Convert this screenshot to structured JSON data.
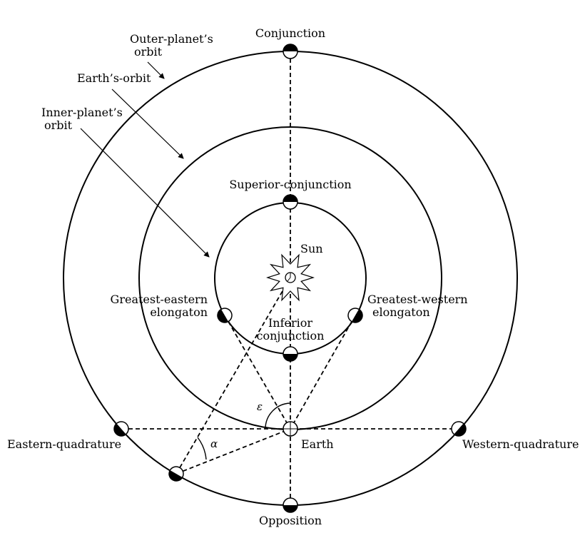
{
  "labels": {
    "outer_orbit_line1": "Outer-planet’s",
    "outer_orbit_line2": "orbit",
    "earth_orbit": "Earth’s-orbit",
    "inner_orbit_line1": "Inner-planet’s",
    "inner_orbit_line2": "orbit",
    "conjunction": "Conjunction",
    "superior_conjunction": "Superior-conjunction",
    "sun": "Sun",
    "greatest_eastern_line1": "Greatest-eastern",
    "greatest_eastern_line2": "elongaton",
    "greatest_western_line1": "Greatest-western",
    "greatest_western_line2": "elongaton",
    "inferior_line1": "Inferior",
    "inferior_line2": "conjunction",
    "eastern_quadrature": "Eastern-quadrature",
    "western_quadrature": "Western-quadrature",
    "earth": "Earth",
    "opposition": "Opposition",
    "epsilon": "ε",
    "alpha": "α"
  }
}
